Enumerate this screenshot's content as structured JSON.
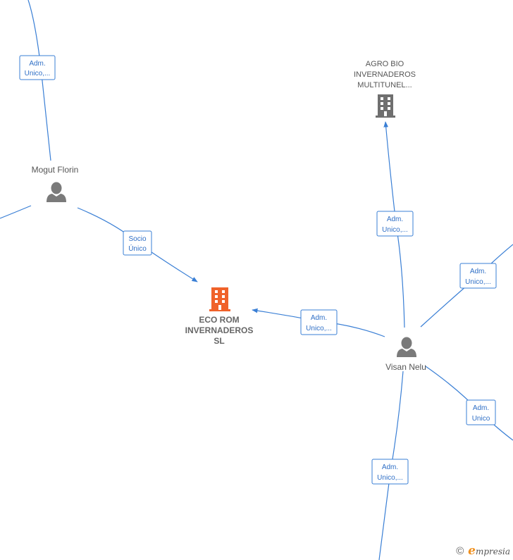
{
  "colors": {
    "edge": "#3a7fd5",
    "person_icon": "#7a7a7a",
    "company_icon": "#6f6f6f",
    "main_company_icon": "#f0622a",
    "brand_accent": "#f0901e"
  },
  "nodes": {
    "main_company": {
      "label_lines": [
        "ECO ROM",
        "INVERNADEROS",
        "SL"
      ],
      "icon": "building-icon"
    },
    "agro_bio": {
      "label_lines": [
        "AGRO BIO",
        "INVERNADEROS",
        "MULTITUNEL..."
      ],
      "icon": "building-icon"
    },
    "mogut_florin": {
      "label": "Mogut Florin",
      "icon": "person-icon"
    },
    "visan_nelu": {
      "label": "Visan Nelu",
      "icon": "person-icon"
    }
  },
  "edges": [
    {
      "id": "mogut-top",
      "label_lines": [
        "Adm.",
        "Unico,..."
      ]
    },
    {
      "id": "mogut-to-main",
      "label_lines": [
        "Socio",
        "Único"
      ]
    },
    {
      "id": "visan-to-main",
      "label_lines": [
        "Adm.",
        "Unico,..."
      ]
    },
    {
      "id": "visan-to-agro",
      "label_lines": [
        "Adm.",
        "Unico,..."
      ]
    },
    {
      "id": "visan-upper-right",
      "label_lines": [
        "Adm.",
        "Unico,..."
      ]
    },
    {
      "id": "visan-lower-right",
      "label_lines": [
        "Adm.",
        "Unico"
      ]
    },
    {
      "id": "visan-bottom",
      "label_lines": [
        "Adm.",
        "Unico,..."
      ]
    }
  ],
  "footer": {
    "copyright_symbol": "©",
    "brand_initial": "e",
    "brand_rest": "mpresia"
  }
}
